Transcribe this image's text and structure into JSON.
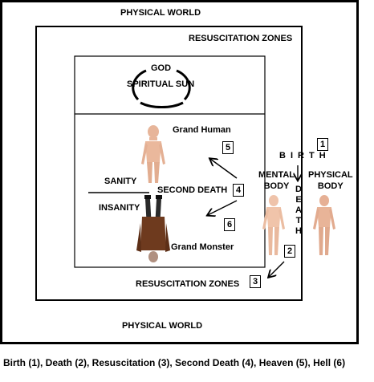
{
  "outer_label_top": "PHYSICAL WORLD",
  "outer_label_bottom": "PHYSICAL WORLD",
  "resus_label_top": "RESUSCITATION  ZONES",
  "resus_label_bottom": "RESUSCITATION  ZONES",
  "god_label": "GOD",
  "sun_label": "SPIRITUAL SUN",
  "grand_human": "Grand Human",
  "grand_monster": "Grand Monster",
  "sanity": "SANITY",
  "insanity": "INSANITY",
  "second_death": "SECOND DEATH",
  "mental_body": [
    "MENTAL",
    "BODY"
  ],
  "physical_body": [
    "PHYSICAL",
    "BODY"
  ],
  "birth_letters": [
    "B",
    "I",
    "R",
    "T",
    "H"
  ],
  "death_letters": [
    "D",
    "E",
    "A",
    "T",
    "H"
  ],
  "numbers": {
    "birth": "1",
    "death": "2",
    "resuscitation": "3",
    "second_death": "4",
    "heaven": "5",
    "hell": "6"
  },
  "caption": "Birth (1), Death (2), Resuscitation (3), Second Death (4), Heaven (5), Hell (6)"
}
